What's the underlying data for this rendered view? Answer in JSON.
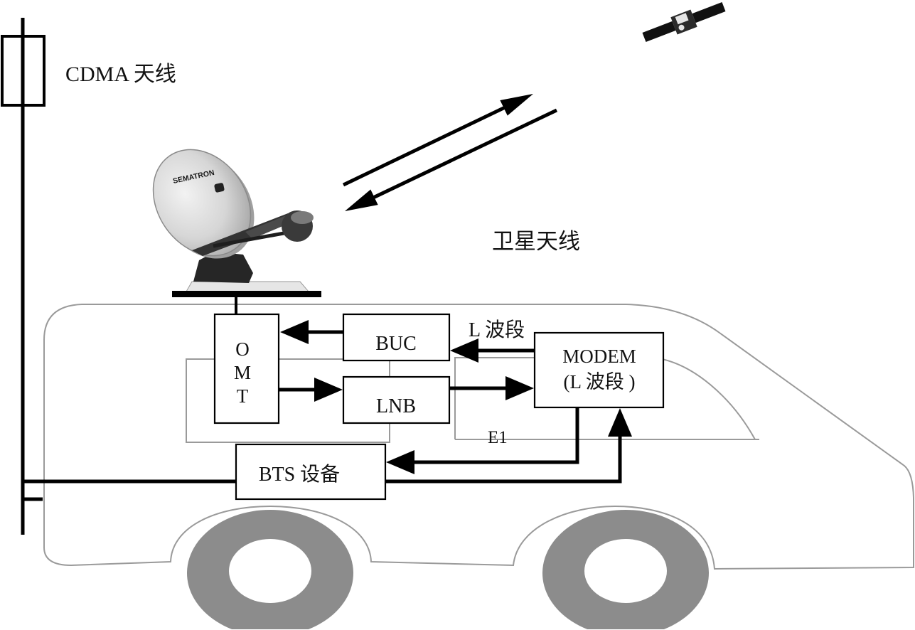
{
  "labels": {
    "cdma_antenna": "CDMA 天线",
    "satellite_antenna": "卫星天线",
    "l_band": "L 波段",
    "e1": "E1"
  },
  "dish": {
    "brand": "SEMATRON"
  },
  "blocks": {
    "omt": [
      "O",
      "M",
      "T"
    ],
    "buc": "BUC",
    "lnb": "LNB",
    "modem": [
      "MODEM",
      "(L 波段 )"
    ],
    "bts": "BTS 设备"
  },
  "colors": {
    "ink": "#000000",
    "vehicle_outline": "#9a9a9a",
    "wheel": "#8c8c8c",
    "dish": "#cfcfcf"
  }
}
